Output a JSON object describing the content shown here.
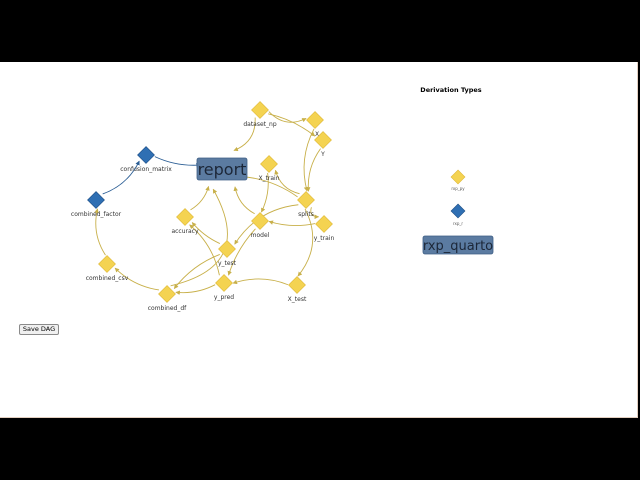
{
  "toolbar": {
    "save_label": "Save DAG"
  },
  "legend": {
    "title": "Derivation Types",
    "items": [
      {
        "label": "rxp_py",
        "color": "#f4d351",
        "shape": "diamond"
      },
      {
        "label": "rxp_r",
        "color": "#2f6fb3",
        "shape": "diamond"
      },
      {
        "label": "rxp_quarto",
        "color": "#5b7ba1",
        "shape": "box"
      }
    ]
  },
  "colors": {
    "py_node": "#f4d351",
    "r_node": "#2f6fb3",
    "quarto_node": "#5b7ba1",
    "py_edge": "#c8b04a",
    "r_edge": "#2a5d94"
  },
  "nodes": [
    {
      "id": "dataset_np",
      "label": "dataset_np",
      "type": "rxp_py"
    },
    {
      "id": "X",
      "label": "X",
      "type": "rxp_py"
    },
    {
      "id": "Y",
      "label": "Y",
      "type": "rxp_py"
    },
    {
      "id": "X_train",
      "label": "X_train",
      "type": "rxp_py"
    },
    {
      "id": "splits",
      "label": "splits",
      "type": "rxp_py"
    },
    {
      "id": "y_train",
      "label": "y_train",
      "type": "rxp_py"
    },
    {
      "id": "model",
      "label": "model",
      "type": "rxp_py"
    },
    {
      "id": "accuracy",
      "label": "accuracy",
      "type": "rxp_py"
    },
    {
      "id": "y_test",
      "label": "y_test",
      "type": "rxp_py"
    },
    {
      "id": "X_test",
      "label": "X_test",
      "type": "rxp_py"
    },
    {
      "id": "y_pred",
      "label": "y_pred",
      "type": "rxp_py"
    },
    {
      "id": "combined_df",
      "label": "combined_df",
      "type": "rxp_py"
    },
    {
      "id": "combined_csv",
      "label": "combined_csv",
      "type": "rxp_py"
    },
    {
      "id": "combined_factor",
      "label": "combined_factor",
      "type": "rxp_r"
    },
    {
      "id": "confusion_matrix",
      "label": "confusion_matrix",
      "type": "rxp_r"
    },
    {
      "id": "report",
      "label": "report",
      "type": "rxp_quarto"
    }
  ],
  "edges": [
    {
      "from": "dataset_np",
      "to": "X"
    },
    {
      "from": "dataset_np",
      "to": "Y"
    },
    {
      "from": "dataset_np",
      "to": "report"
    },
    {
      "from": "X",
      "to": "splits"
    },
    {
      "from": "Y",
      "to": "splits"
    },
    {
      "from": "splits",
      "to": "X_train"
    },
    {
      "from": "splits",
      "to": "y_train"
    },
    {
      "from": "splits",
      "to": "X_test"
    },
    {
      "from": "splits",
      "to": "y_test"
    },
    {
      "from": "splits",
      "to": "report"
    },
    {
      "from": "X_train",
      "to": "model"
    },
    {
      "from": "y_train",
      "to": "model"
    },
    {
      "from": "model",
      "to": "y_pred"
    },
    {
      "from": "model",
      "to": "report"
    },
    {
      "from": "X_test",
      "to": "y_pred"
    },
    {
      "from": "y_test",
      "to": "accuracy"
    },
    {
      "from": "y_test",
      "to": "combined_df"
    },
    {
      "from": "y_pred",
      "to": "accuracy"
    },
    {
      "from": "y_pred",
      "to": "combined_df"
    },
    {
      "from": "accuracy",
      "to": "report"
    },
    {
      "from": "combined_df",
      "to": "combined_csv"
    },
    {
      "from": "combined_df",
      "to": "report"
    },
    {
      "from": "combined_csv",
      "to": "combined_factor"
    },
    {
      "from": "combined_factor",
      "to": "confusion_matrix"
    },
    {
      "from": "confusion_matrix",
      "to": "report"
    }
  ]
}
